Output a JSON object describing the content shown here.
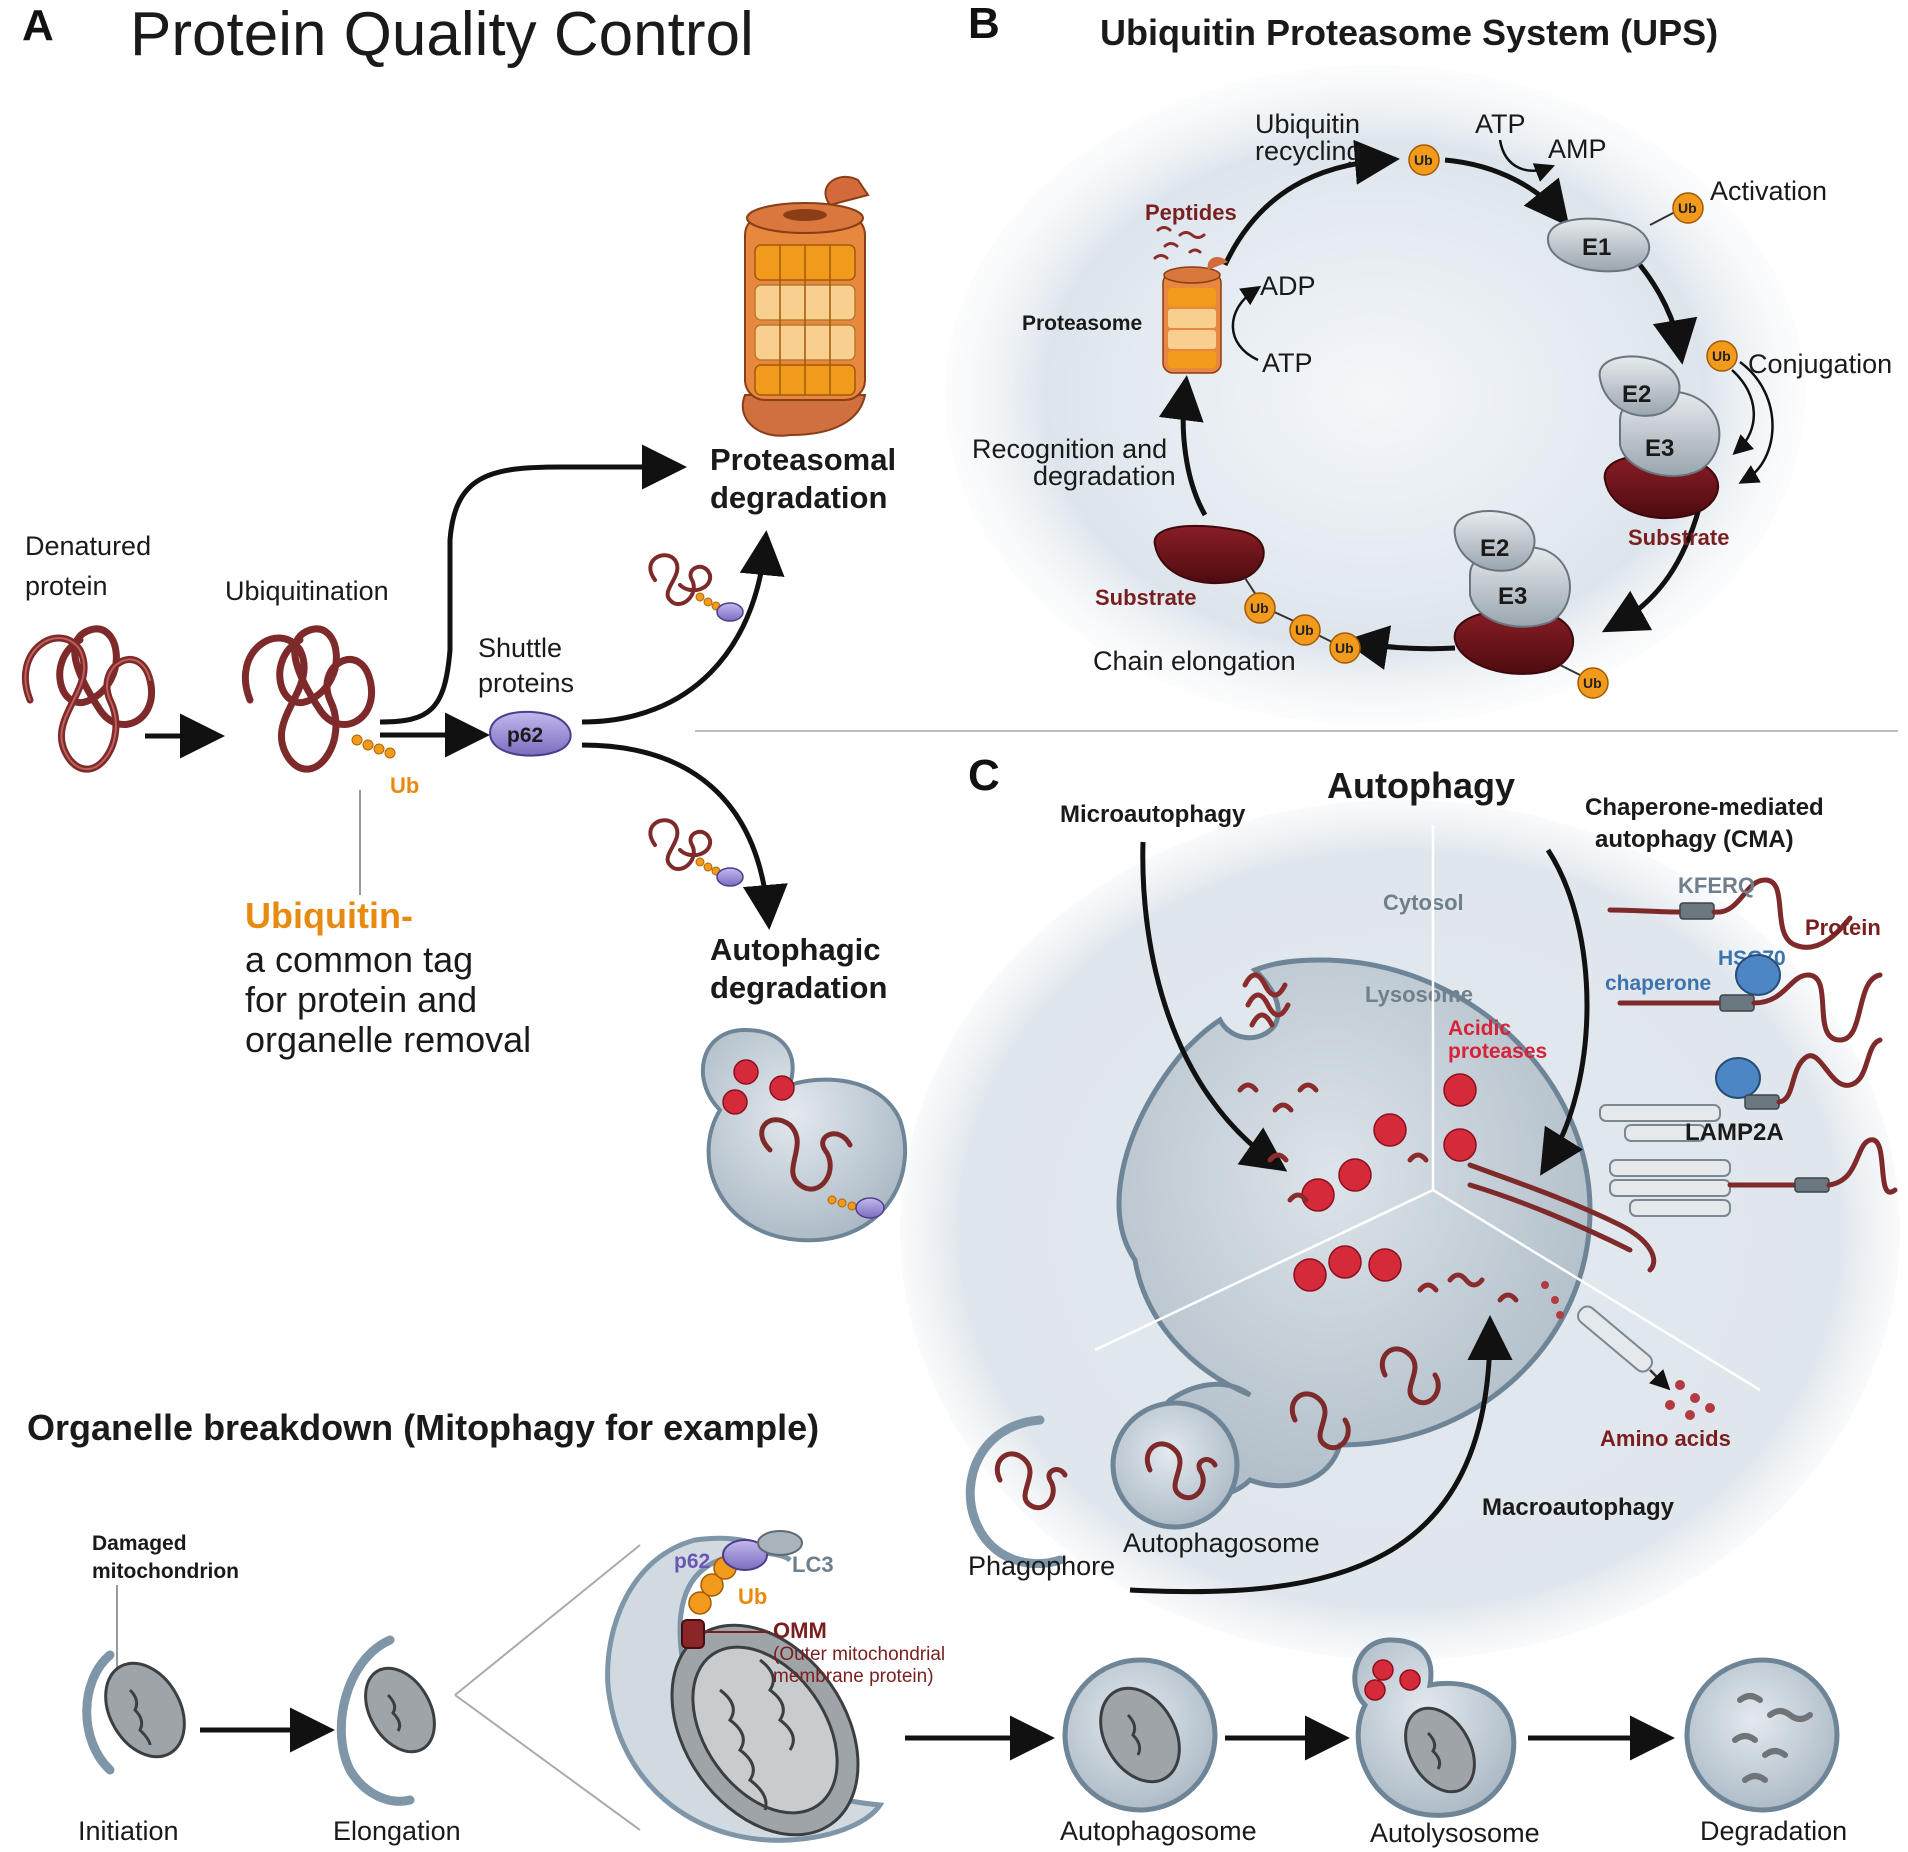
{
  "panel_a": {
    "letter": "A",
    "title": "Protein Quality Control",
    "denatured_1": "Denatured",
    "denatured_2": "protein",
    "ubiquitination": "Ubiquitination",
    "ub": "Ub",
    "shuttle_1": "Shuttle",
    "shuttle_2": "proteins",
    "p62": "p62",
    "proteasomal_1": "Proteasomal",
    "proteasomal_2": "degradation",
    "autophagic_1": "Autophagic",
    "autophagic_2": "degradation",
    "ubiquitin_head": "Ubiquitin-",
    "ubiquitin_1": "a common tag",
    "ubiquitin_2": "for protein and",
    "ubiquitin_3": "organelle removal"
  },
  "panel_b": {
    "letter": "B",
    "title": "Ubiquitin Proteasome System (UPS)",
    "ubiquitin_recycling_1": "Ubiquitin",
    "ubiquitin_recycling_2": "recycling",
    "atp": "ATP",
    "amp": "AMP",
    "activation": "Activation",
    "e1": "E1",
    "conjugation": "Conjugation",
    "e2": "E2",
    "e3": "E3",
    "substrate": "Substrate",
    "peptides": "Peptides",
    "proteasome": "Proteasome",
    "adp": "ADP",
    "atp2": "ATP",
    "recognition_1": "Recognition and",
    "recognition_2": "degradation",
    "chain_elongation": "Chain elongation",
    "ub": "Ub"
  },
  "panel_c": {
    "letter": "C",
    "title": "Autophagy",
    "microautophagy": "Microautophagy",
    "cma_1": "Chaperone-mediated",
    "cma_2": "autophagy (CMA)",
    "cytosol": "Cytosol",
    "lysosome": "Lysosome",
    "acidic_1": "Acidic",
    "acidic_2": "proteases",
    "kferq": "KFERQ",
    "protein": "Protein",
    "hsc70_1": "HSC70",
    "hsc70_2": "chaperone",
    "lamp2a": "LAMP2A",
    "amino_acids": "Amino acids",
    "macroautophagy": "Macroautophagy",
    "phagophore": "Phagophore",
    "autophagosome": "Autophagosome"
  },
  "organelle": {
    "title": "Organelle breakdown (Mitophagy for example)",
    "damaged_1": "Damaged",
    "damaged_2": "mitochondrion",
    "p62": "p62",
    "lc3": "LC3",
    "ub": "Ub",
    "omm": "OMM",
    "omm_desc_1": "(Outer mitochondrial",
    "omm_desc_2": "membrane protein)",
    "steps": [
      "Initiation",
      "Elongation",
      "Autophagosome",
      "Autolysosome",
      "Degradation"
    ]
  },
  "colors": {
    "protein": "#7e2a2a",
    "ubiquitin": "#f19a1b",
    "p62": "#9b8fd0",
    "protease": "#d42a3a",
    "hsc70": "#3d74ae",
    "lysosome": "#c7d1da"
  }
}
